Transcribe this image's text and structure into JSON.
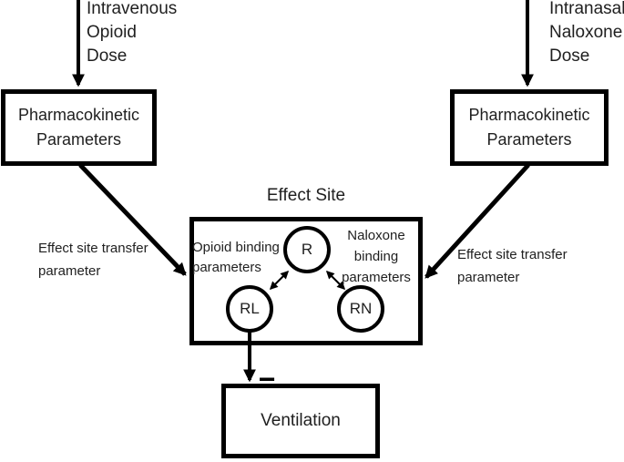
{
  "colors": {
    "ink": "#1f1f1f",
    "line": "#000000",
    "background": "#ffffff"
  },
  "iv_opioid": {
    "dose_label": "Intravenous\nOpioid\nDose",
    "pk_box_label": "Pharmacokinetic\nParameters",
    "transfer_label": "Effect site transfer\nparameter"
  },
  "intranasal_naloxone": {
    "dose_label": "Intranasal\nNaloxone\nDose",
    "pk_box_label": "Pharmacokinetic\nParameters",
    "transfer_label": "Effect site transfer\nparameter"
  },
  "effect_site": {
    "title": "Effect Site",
    "receptor_circle": "R",
    "receptor_ligand_circle": "RL",
    "receptor_naloxone_circle": "RN",
    "opioid_binding_label": "Opioid binding\nparameters",
    "naloxone_binding_label": "Naloxone\nbinding\nparameters"
  },
  "ventilation": {
    "box_label": "Ventilation",
    "inhibition_sign": "−"
  }
}
